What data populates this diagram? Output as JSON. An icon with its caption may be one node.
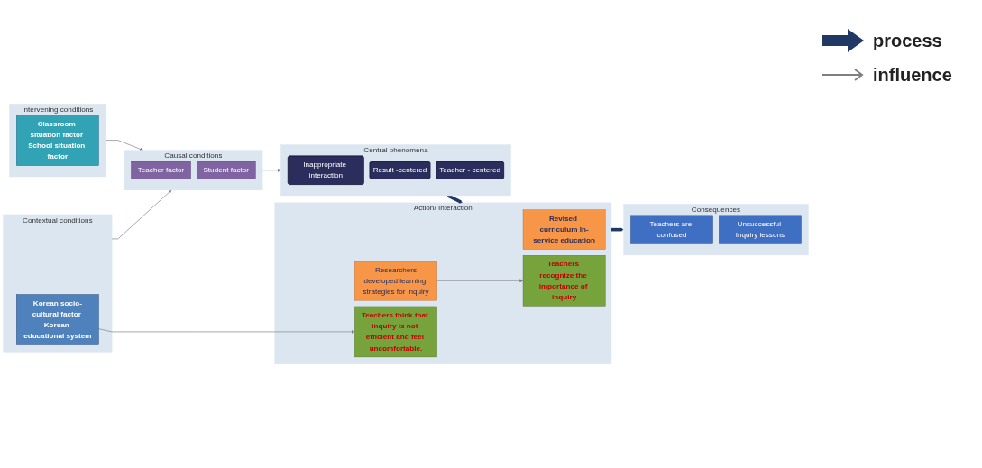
{
  "diagram": {
    "nodes": [
      {
        "text": [
          "Intervening conditions"
        ]
      },
      {
        "text": [
          "Classroom situation factor School situation factor"
        ],
        "in": 0
      },
      {
        "text": [
          "Causal conditions"
        ]
      },
      {
        "text": [
          "Teacher factor"
        ],
        "in": 2
      },
      {
        "text": [
          "Student factor"
        ],
        "in": 2
      },
      {
        "text": [
          "Central phenomena"
        ]
      },
      {
        "text": [
          "Inappropriate interaction"
        ],
        "in": 5
      },
      {
        "text": [
          "Result -centered"
        ],
        "in": 5
      },
      {
        "text": [
          "Teacher - centered"
        ],
        "in": 5
      },
      {
        "text": [
          "Action/ Interaction"
        ]
      },
      {
        "text": [
          "Revised curriculum In-service education"
        ],
        "in": 9
      },
      {
        "text": [
          "Researchers",
          "developed learning strategies for inquiry"
        ],
        "in": 9
      },
      {
        "text": [
          "Teachers recognize the importance of inquiry"
        ],
        "in": 9
      },
      {
        "text": [
          "Teachers think that inquiry is not efficient and feel uncomfortable."
        ],
        "in": 9
      },
      {
        "text": [
          "Contextual conditions"
        ]
      },
      {
        "text": [
          "Korean socio-cultural factor Korean educational system"
        ],
        "in": 14
      },
      {
        "text": [
          "Consequences"
        ]
      },
      {
        "text": [
          "Teachers are confused"
        ],
        "in": 16
      },
      {
        "text": [
          "Unsuccessful Inquiry lessons"
        ],
        "in": 16
      }
    ],
    "edges": [
      {
        "from": 0,
        "to": 2,
        "arrow": "to"
      },
      {
        "from": 14,
        "to": 2,
        "arrow": "to"
      },
      {
        "from": 2,
        "to": 5,
        "arrow": "to"
      },
      {
        "from": 5,
        "to": 9,
        "arrow": "to",
        "style": "thick",
        "color": "#1f3864"
      },
      {
        "from": 11,
        "to": 12,
        "arrow": "to"
      },
      {
        "from": 15,
        "to": 13,
        "arrow": "to"
      },
      {
        "from": 9,
        "to": 16,
        "arrow": "to",
        "style": "thick",
        "color": "#1f3864"
      }
    ],
    "legend": [
      {
        "text": "process"
      },
      {
        "text": "influence"
      }
    ]
  }
}
